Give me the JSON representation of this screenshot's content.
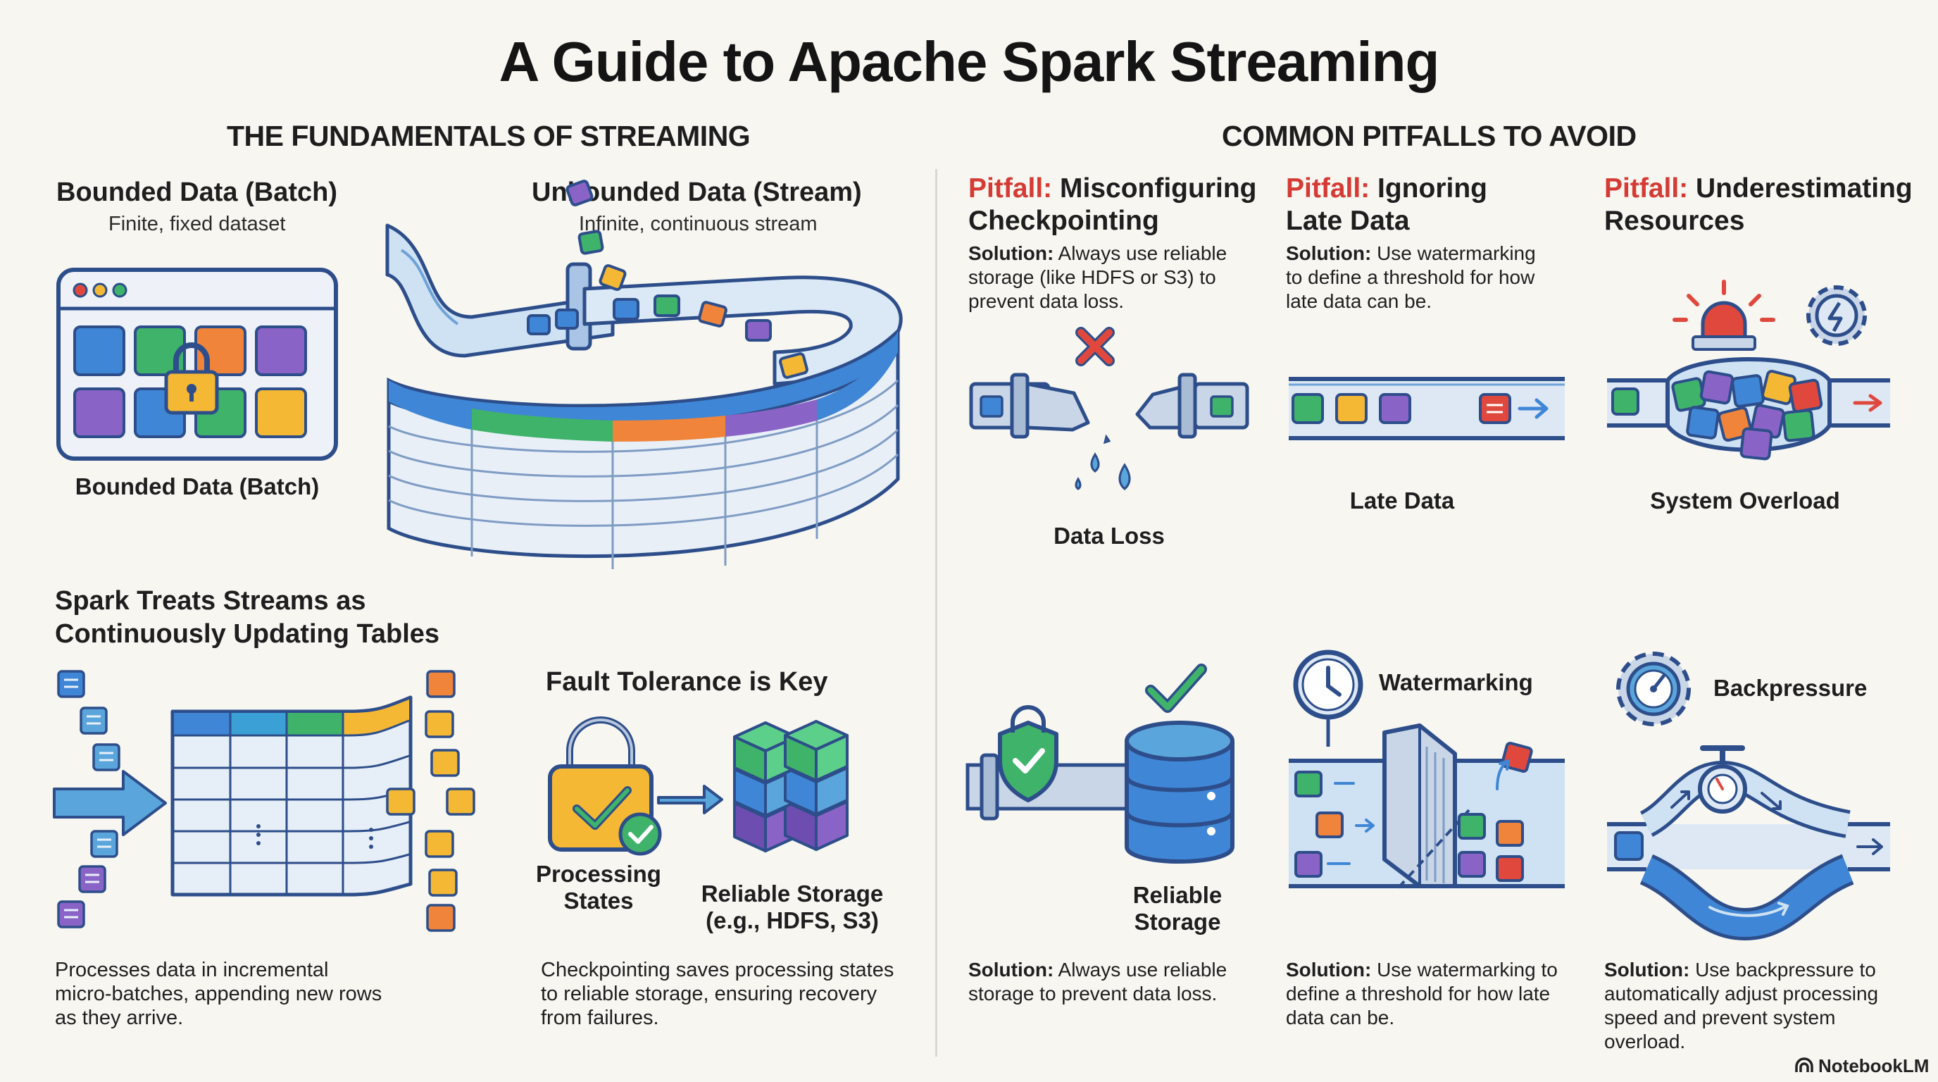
{
  "title": "A Guide to Apache Spark Streaming",
  "fundamentals": {
    "heading": "THE FUNDAMENTALS OF STREAMING",
    "bounded": {
      "title": "Bounded Data (Batch)",
      "subtitle": "Finite, fixed dataset",
      "caption": "Bounded Data (Batch)"
    },
    "unbounded": {
      "title": "Unbounded Data (Stream)",
      "subtitle": "Infinite, continuous stream"
    },
    "tables": {
      "title_line1": "Spark Treats Streams as",
      "title_line2": "Continuously Updating Tables",
      "desc_line1": "Processes data in incremental",
      "desc_line2": "micro-batches, appending new rows",
      "desc_line3": "as they arrive."
    },
    "fault": {
      "title": "Fault Tolerance is Key",
      "label_processing_1": "Processing",
      "label_processing_2": "States",
      "label_storage_1": "Reliable Storage",
      "label_storage_2": "(e.g., HDFS, S3)",
      "desc_line1": "Checkpointing saves processing states",
      "desc_line2": "to reliable storage, ensuring recovery",
      "desc_line3": "from failures."
    }
  },
  "pitfalls": {
    "heading": "COMMON PITFALLS TO AVOID",
    "label": "Pitfall:",
    "solution_label": "Solution:",
    "items": [
      {
        "title_line1": "Misconfiguring",
        "title_line2": "Checkpointing",
        "solution_line1": " Always use reliable",
        "solution_line2": "storage (like HDFS or S3) to",
        "solution_line3": "prevent data loss.",
        "icon_caption": "Data Loss",
        "fix_caption_1": "Reliable",
        "fix_caption_2": "Storage",
        "fix_solution_line1": " Always use reliable",
        "fix_solution_line2": "storage to prevent data loss."
      },
      {
        "title_line1": "Ignoring",
        "title_line2": "Late Data",
        "solution_line1": " Use watermarking",
        "solution_line2": "to define a threshold for how",
        "solution_line3": "late data can be.",
        "icon_caption": "Late Data",
        "fix_caption": "Watermarking",
        "fix_solution_line1": " Use watermarking to",
        "fix_solution_line2": "define a threshold for how late",
        "fix_solution_line3": "data can be."
      },
      {
        "title_line1": "Underestimating",
        "title_line2": "Resources",
        "icon_caption": "System Overload",
        "fix_caption": "Backpressure",
        "fix_solution_line1": " Use backpressure to",
        "fix_solution_line2": "automatically adjust processing",
        "fix_solution_line3": "speed and prevent system",
        "fix_solution_line4": "overload."
      }
    ]
  },
  "brand": "NotebookLM",
  "colors": {
    "blue": "#3f86d6",
    "green": "#3fb36a",
    "orange": "#f0843a",
    "purple": "#8a63c6",
    "yellow": "#f4b834",
    "red": "#d53b34",
    "navy": "#2d4e8a"
  }
}
